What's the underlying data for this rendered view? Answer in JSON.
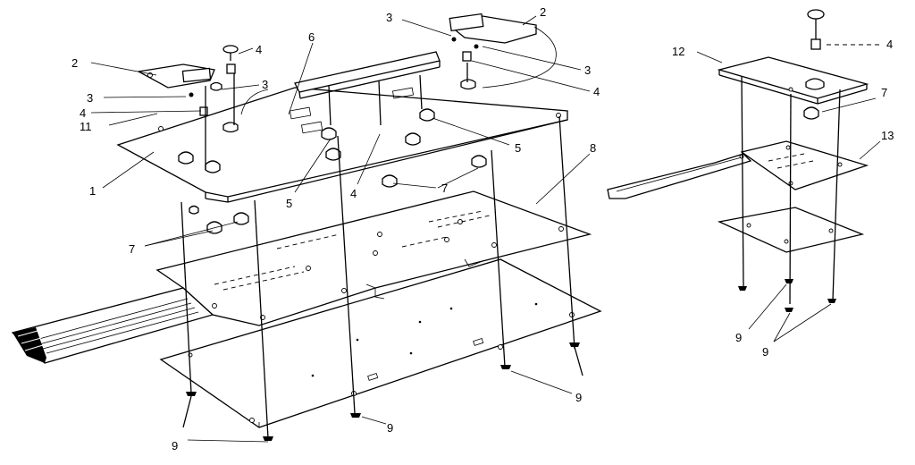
{
  "labels": {
    "n1": "1",
    "n2": "2",
    "n3": "3",
    "n4": "4",
    "n5": "5",
    "n6": "6",
    "n7": "7",
    "n8": "8",
    "n9": "9",
    "n11": "11",
    "n12": "12",
    "n13": "13"
  }
}
